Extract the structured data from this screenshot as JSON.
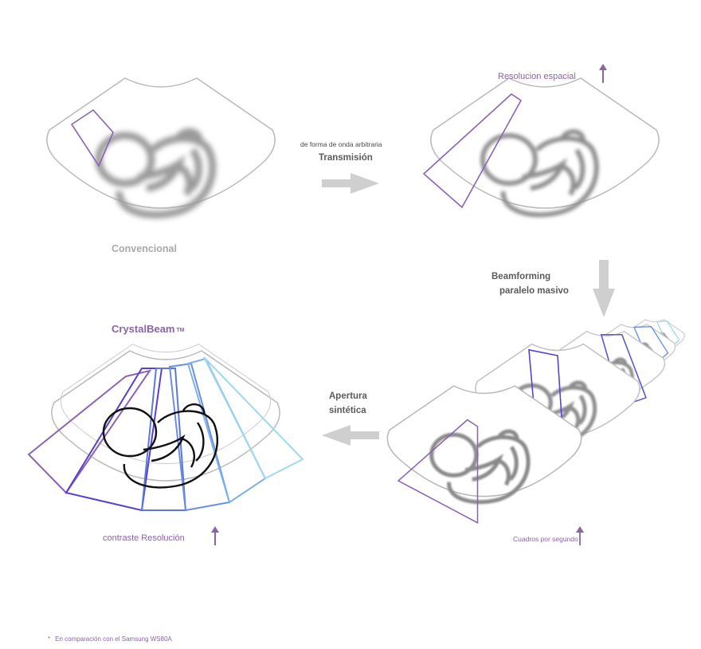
{
  "labels": {
    "conventional": "Convencional",
    "arbitrary_waveform": "de forma de onda arbitraria",
    "transmission": "Transmisión",
    "spatial_resolution": "Resolucion espacial",
    "beamforming_line1": "Beamforming",
    "beamforming_line2": "paralelo masivo",
    "frames_per_second": "Cuadros por segundo",
    "synthetic_aperture_line1": "Apertura",
    "synthetic_aperture_line2": "sintética",
    "brand_name": "CrystalBeam",
    "brand_mark": "TM",
    "contrast_resolution": "contraste Resolución"
  },
  "footnote": {
    "asterisk": "*",
    "text": "En comparación con el Samsung WS80A"
  },
  "colors": {
    "sector_outline": "#b9b9b9",
    "arrow_gray": "#cfcfcf",
    "accent_purple": "#8a63a8",
    "beam_purple": "#8a63b5",
    "beam_violet": "#5a3fd0",
    "beam_blue": "#5b77d8",
    "beam_light_blue": "#9fd8ef",
    "fetus_soft": "#8e8e8e",
    "fetus_sharp": "#111111"
  },
  "icons": {
    "up_arrow": "arrow-up-icon",
    "right_arrow": "arrow-right-icon",
    "down_arrow": "arrow-down-icon",
    "left_arrow": "arrow-left-icon"
  }
}
